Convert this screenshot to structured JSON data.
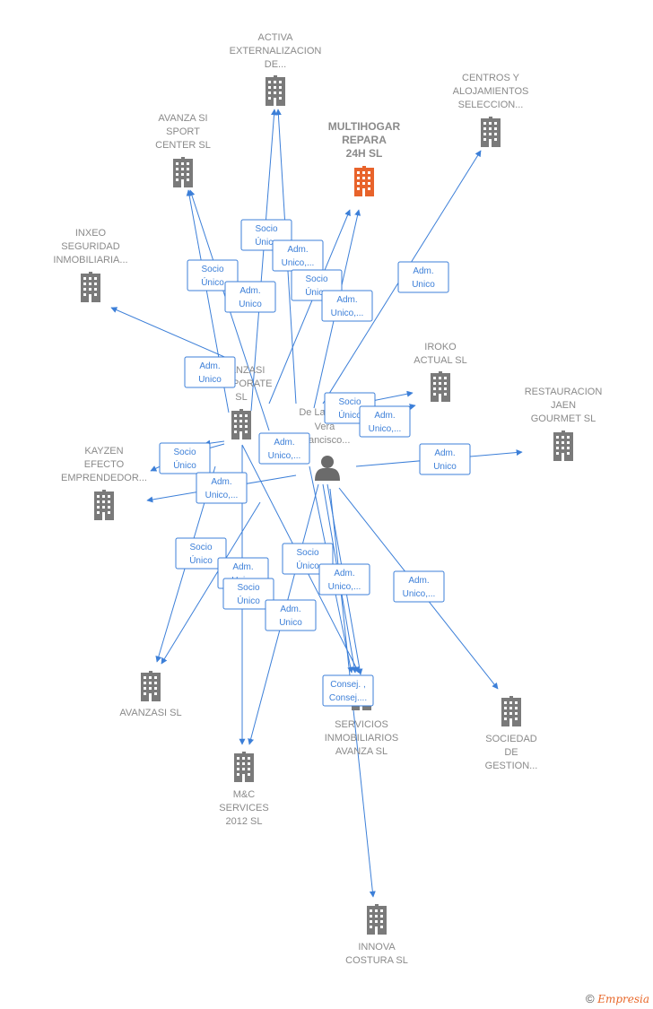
{
  "colors": {
    "edge": "#3c7fd8",
    "company": "#7a7a7a",
    "highlight": "#e8632b",
    "person": "#6b6b6b"
  },
  "person": {
    "lines": [
      "De La",
      "Vera",
      "Francisco..."
    ]
  },
  "nodes": [
    {
      "id": "activa",
      "lines": [
        "ACTIVA",
        "EXTERNALIZACION",
        "DE..."
      ],
      "icon": "building-icon"
    },
    {
      "id": "centros",
      "lines": [
        "CENTROS Y",
        "ALOJAMIENTOS",
        "SELECCION..."
      ],
      "icon": "building-icon"
    },
    {
      "id": "avanza_sport",
      "lines": [
        "AVANZA SI",
        "SPORT",
        "CENTER  SL"
      ],
      "icon": "building-icon"
    },
    {
      "id": "multihogar",
      "lines": [
        "MULTIHOGAR",
        "REPARA",
        "24H  SL"
      ],
      "icon": "building-icon",
      "main": true
    },
    {
      "id": "inxeo",
      "lines": [
        "INXEO",
        "SEGURIDAD",
        "INMOBILIARIA..."
      ],
      "icon": "building-icon"
    },
    {
      "id": "iroko",
      "lines": [
        "IROKO",
        "ACTUAL SL"
      ],
      "icon": "building-icon"
    },
    {
      "id": "restauracion",
      "lines": [
        "RESTAURACION",
        "JAEN",
        "GOURMET  SL"
      ],
      "icon": "building-icon"
    },
    {
      "id": "avanzasi_corp",
      "lines": [
        "AVANZASI",
        "CORPORATE",
        "SL"
      ],
      "icon": "building-icon"
    },
    {
      "id": "kayzen",
      "lines": [
        "KAYZEN",
        "EFECTO",
        "EMPRENDEDOR..."
      ],
      "icon": "building-icon"
    },
    {
      "id": "avanzasi",
      "lines": [
        "AVANZASI SL"
      ],
      "icon": "building-icon"
    },
    {
      "id": "servicios",
      "lines": [
        "SERVICIOS",
        "INMOBILIARIOS",
        "AVANZA  SL"
      ],
      "icon": "building-icon"
    },
    {
      "id": "sociedad",
      "lines": [
        "SOCIEDAD",
        "DE",
        "GESTION..."
      ],
      "icon": "building-icon"
    },
    {
      "id": "mc",
      "lines": [
        "M&C",
        "SERVICES",
        "2012 SL"
      ],
      "icon": "building-icon"
    },
    {
      "id": "innova",
      "lines": [
        "INNOVA",
        "COSTURA  SL"
      ],
      "icon": "building-icon"
    }
  ],
  "edge_labels": [
    {
      "lines": [
        "Socio",
        "Único"
      ]
    },
    {
      "lines": [
        "Adm.",
        "Unico,..."
      ]
    },
    {
      "lines": [
        "Socio",
        "Único"
      ]
    },
    {
      "lines": [
        "Adm.",
        "Unico"
      ]
    },
    {
      "lines": [
        "Socio",
        "Único"
      ]
    },
    {
      "lines": [
        "Adm.",
        "Unico,..."
      ]
    },
    {
      "lines": [
        "Adm.",
        "Unico"
      ]
    },
    {
      "lines": [
        "Adm.",
        "Unico"
      ]
    },
    {
      "lines": [
        "Socio",
        "Único"
      ]
    },
    {
      "lines": [
        "Adm.",
        "Unico,..."
      ]
    },
    {
      "lines": [
        "Adm.",
        "Unico,..."
      ]
    },
    {
      "lines": [
        "Adm.",
        "Unico"
      ]
    },
    {
      "lines": [
        "Socio",
        "Único"
      ]
    },
    {
      "lines": [
        "Adm.",
        "Unico,..."
      ]
    },
    {
      "lines": [
        "Socio",
        "Único"
      ]
    },
    {
      "lines": [
        "Adm.",
        "Unico"
      ]
    },
    {
      "lines": [
        "Socio",
        "Único"
      ]
    },
    {
      "lines": [
        "Socio",
        "Único"
      ]
    },
    {
      "lines": [
        "Adm.",
        "Unico,..."
      ]
    },
    {
      "lines": [
        "Adm.",
        "Unico,..."
      ]
    },
    {
      "lines": [
        "Adm.",
        "Unico"
      ]
    },
    {
      "lines": [
        "Consej. ,",
        "Consej...."
      ]
    }
  ],
  "footer": {
    "copyright": "©",
    "brand": "Empresia"
  }
}
